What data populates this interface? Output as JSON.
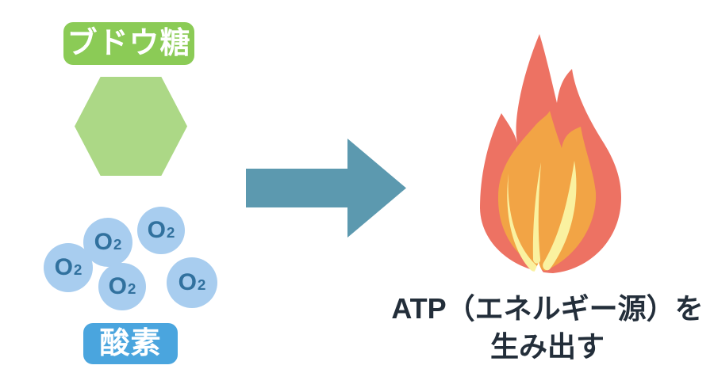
{
  "glucose": {
    "label": "ブドウ糖",
    "label_bg": "#8BCB56",
    "hexagon_color": "#ACD886"
  },
  "oxygen": {
    "label": "酸素",
    "label_bg": "#4AA5DE",
    "molecule": {
      "symbol": "O",
      "subscript": "2"
    },
    "molecule_count": 5,
    "molecule_bg": "#A8CDEF",
    "molecule_text_color": "#31719E"
  },
  "arrow": {
    "direction": "right",
    "color": "#5C99AF"
  },
  "result": {
    "caption_line1": "ATP（エネルギー源）を",
    "caption_line2": "生み出す",
    "caption_color": "#232E3A",
    "flame_colors": {
      "outer": "#ED7263",
      "middle": "#F2A445",
      "inner": "#FAF1A0"
    }
  },
  "icons": {
    "glucose_shape": "hexagon-icon",
    "oxygen_shape": "o2-molecule-icon",
    "reaction": "arrow-right-icon",
    "energy": "flame-icon"
  }
}
